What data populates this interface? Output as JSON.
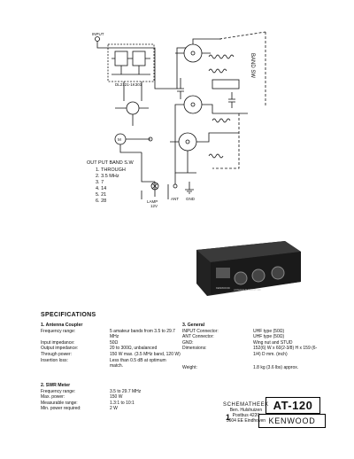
{
  "schematic": {
    "labels": {
      "input": "INPUT",
      "unit": "DL2121-1K301",
      "band_switch": "BAND SW",
      "output_switch_title": "OUT PUT BAND S.W",
      "lamp": "LAMP",
      "lamp_voltage": "12V",
      "ant": "ANT",
      "gnd": "GND",
      "meter": "M"
    },
    "output_positions": [
      {
        "n": "1.",
        "v": "THROUGH"
      },
      {
        "n": "2.",
        "v": "3.5 MHz"
      },
      {
        "n": "3.",
        "v": "7"
      },
      {
        "n": "4.",
        "v": "14"
      },
      {
        "n": "5.",
        "v": "21"
      },
      {
        "n": "6.",
        "v": "28"
      }
    ]
  },
  "photo": {
    "front_label": "ANTENNA TUNER AT-120",
    "brand_label": "KENWOOD"
  },
  "specs": {
    "heading": "SPECIFICATIONS",
    "coupler": {
      "title": "1. Antenna Coupler",
      "rows": [
        {
          "k": "Frequency range:",
          "v": "5 amateur bands from 3.5 to 29.7 MHz"
        },
        {
          "k": "Input impedance:",
          "v": "50Ω"
        },
        {
          "k": "Output impedance:",
          "v": "20 to 300Ω, unbalanced"
        },
        {
          "k": "Through power:",
          "v": "150 W max. (3.5 MHz band, 120 W)"
        },
        {
          "k": "Insertion loss:",
          "v": "Less than 0.5 dB at optimum match."
        }
      ]
    },
    "swr": {
      "title": "2. SWR Meter",
      "rows": [
        {
          "k": "Frequency range:",
          "v": "3.5 to 29.7 MHz"
        },
        {
          "k": "Max. power:",
          "v": "150 W"
        },
        {
          "k": "Measurable range:",
          "v": "1.3:1 to 10:1"
        },
        {
          "k": "Min. power required:",
          "v": "2 W"
        }
      ]
    },
    "general": {
      "title": "3. General",
      "rows": [
        {
          "k": "INPUT Connector:",
          "v": "UHF type (50Ω)"
        },
        {
          "k": "ANT Connector:",
          "v": "UHF type (50Ω)"
        },
        {
          "k": "GND:",
          "v": "Wing nut and STUD"
        },
        {
          "k": "Dimensions:",
          "v": "152(6) W x 60(2-3/8) H x 159 (6-1/4) D mm. (inch)"
        },
        {
          "k": "Weight:",
          "v": "1.8 kg (3.6 lbs) approx."
        }
      ]
    }
  },
  "stamp": {
    "name": "SCHEMATHEEK",
    "line1": "Ben. Hulshuizen",
    "line2": "Postbus 4220",
    "line3": "5604 EE Eindhoven"
  },
  "page_number": "1",
  "model": "AT-120",
  "brand": "KENWOOD"
}
